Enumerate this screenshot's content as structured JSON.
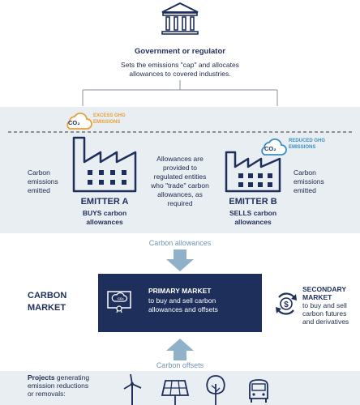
{
  "regulator": {
    "title": "Government or regulator",
    "description_line1": "Sets the emissions \"cap\" and allocates",
    "description_line2": "allowances to covered industries."
  },
  "emitter_a": {
    "name": "EMITTER A",
    "action_line1": "BUYS carbon",
    "action_line2": "allowances",
    "cloud_label": "CO₂",
    "badge_line1": "EXCESS GHG",
    "badge_line2": "EMISSIONS",
    "side_line1": "Carbon",
    "side_line2": "emissions",
    "side_line3": "emitted"
  },
  "emitter_b": {
    "name": "EMITTER B",
    "action_line1": "SELLS carbon",
    "action_line2": "allowances",
    "cloud_label": "CO₂",
    "badge_line1": "REDUCED GHG",
    "badge_line2": "EMISSIONS",
    "side_line1": "Carbon",
    "side_line2": "emissions",
    "side_line3": "emitted"
  },
  "allowances_note": {
    "line1": "Allowances are",
    "line2": "provided to",
    "line3": "regulated entities",
    "line4": "who \"trade\" carbon",
    "line5": "allowances, as",
    "line6": "required"
  },
  "carbon_allowances_label": "Carbon allowances",
  "carbon_market": {
    "line1": "CARBON",
    "line2": "MARKET"
  },
  "primary_market": {
    "title": "PRIMARY MARKET",
    "line1": "to buy and sell carbon",
    "line2": "allowances and offsets",
    "icon_label": "CO₂"
  },
  "secondary_market": {
    "title_line1": "SECONDARY",
    "title_line2": "MARKET",
    "line1": "to buy and sell",
    "line2": "carbon futures",
    "line3": "and derivatives"
  },
  "carbon_offsets_label": "Carbon offsets",
  "projects": {
    "bold": "Projects",
    "rest_line1": " generating",
    "line2": "emission reductions",
    "line3": "or removals:"
  },
  "colors": {
    "navy": "#1f2f5c",
    "band": "#e9eef3",
    "arrow": "#8fb2c9",
    "excess": "#e7a13c",
    "reduced": "#3a8fc4"
  }
}
